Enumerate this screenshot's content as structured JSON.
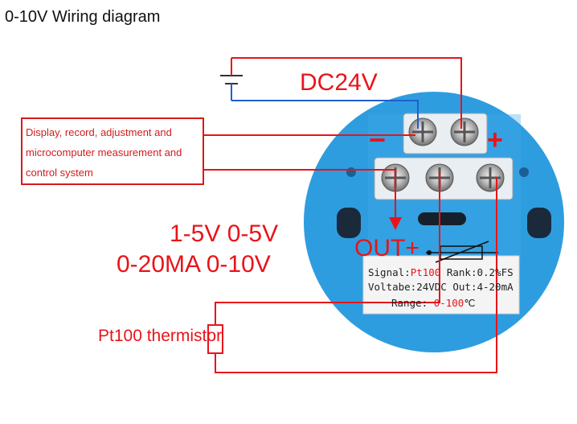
{
  "title": "0-10V Wiring diagram",
  "power": {
    "label": "DC24V"
  },
  "polarity": {
    "minus": "−",
    "plus": "+"
  },
  "system_box": {
    "lines": [
      "Display, record, adjustment and",
      "microcomputer measurement and",
      "control system"
    ]
  },
  "ranges": {
    "line1": "1-5V   0-5V",
    "line2": "0-20MA   0-10V"
  },
  "output": {
    "label": "OUT+"
  },
  "sensor": {
    "label": "Pt100 thermistor"
  },
  "device_label": {
    "signal_key": "Signal:",
    "signal_value": "Pt100",
    "rank": "Rank:0.2%FS",
    "voltage": "Voltabe:24VDC",
    "out": "Out:4-20mA",
    "range_key": "Range:",
    "range_value": "0-100",
    "range_unit": "℃"
  },
  "colors": {
    "wire_red": "#e8141a",
    "wire_blue": "#1f5fd1",
    "housing": "#2e9de0",
    "label_bg": "#f4f4f4"
  }
}
